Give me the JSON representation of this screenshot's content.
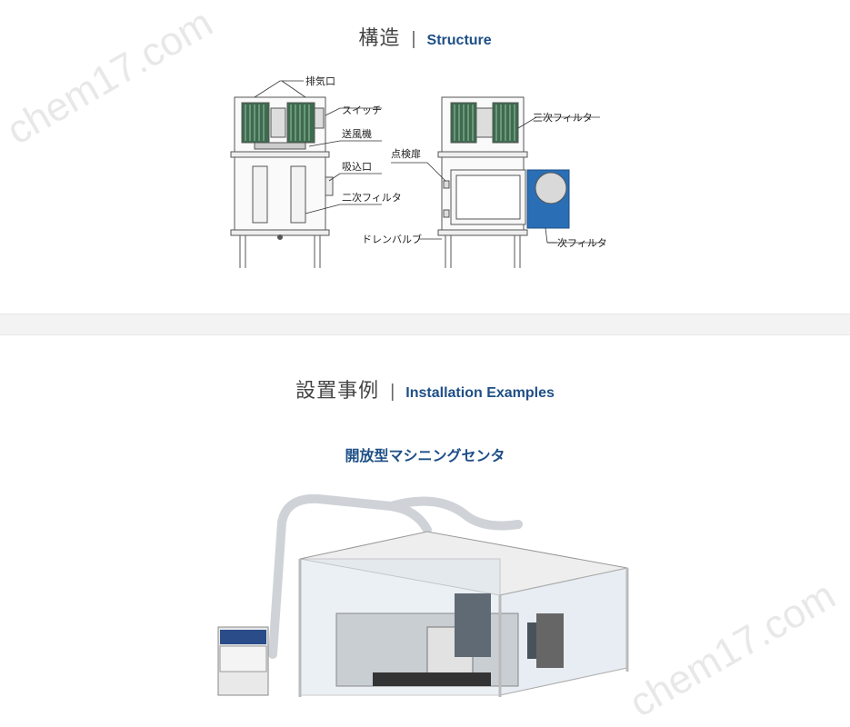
{
  "structure_section": {
    "title_jp": "構造",
    "separator": "|",
    "title_en": "Structure",
    "labels": {
      "exhaust": "排気口",
      "switch": "スイッチ",
      "blower": "送風機",
      "intake": "吸込口",
      "secondary_filter": "二次フィルタ",
      "tertiary_filter": "三次フィルタ",
      "inspection_door": "点検扉",
      "drain_valve": "ドレンバルブ",
      "primary_filter": "一次フィルタ"
    }
  },
  "installation_section": {
    "title_jp": "設置事例",
    "separator": "|",
    "title_en": "Installation Examples",
    "subtitle": "開放型マシニングセンタ"
  },
  "watermark": "chem17.com",
  "colors": {
    "heading_blue": "#1e4f86",
    "filter_blue": "#2a6fb5",
    "filter_green": "#3d6b4e"
  }
}
